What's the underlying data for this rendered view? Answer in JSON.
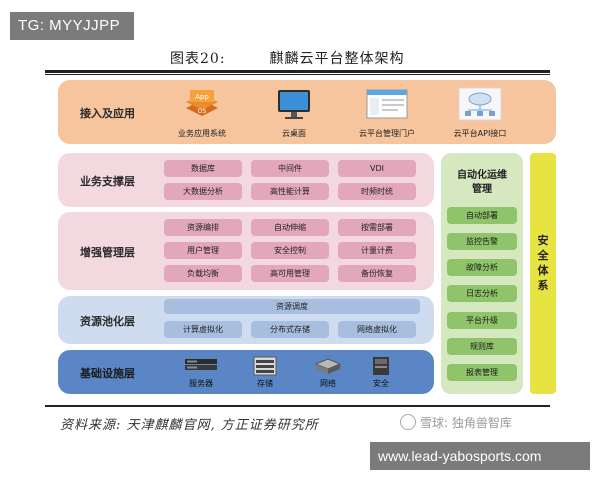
{
  "overlay_tag": "TG: MYYJJPP",
  "figure": {
    "number": "图表20:",
    "title": "麒麟云平台整体架构"
  },
  "layers": {
    "access": {
      "label": "接入及应用",
      "items": [
        {
          "caption": "业务应用系统",
          "icon": "app-stack-icon",
          "icon_text_top": "App",
          "icon_text_bottom": "OS"
        },
        {
          "caption": "云桌面",
          "icon": "monitor-icon"
        },
        {
          "caption": "云平台管理门户",
          "icon": "browser-window-icon"
        },
        {
          "caption": "云平台API接口",
          "icon": "cloud-network-icon"
        }
      ]
    },
    "support": {
      "label": "业务支撑层",
      "items": [
        "数据库",
        "中间件",
        "VDI",
        "大数据分析",
        "高性能计算",
        "时频时统"
      ]
    },
    "management": {
      "label": "增强管理层",
      "items": [
        "资源编排",
        "自动伸缩",
        "按需部署",
        "用户管理",
        "安全控制",
        "计量计费",
        "负载均衡",
        "高可用管理",
        "备份恢复"
      ]
    },
    "pool": {
      "label": "资源池化层",
      "bar": "资源调度",
      "items": [
        "计算虚拟化",
        "分布式存储",
        "网络虚拟化"
      ]
    },
    "infra": {
      "label": "基础设施层",
      "items": [
        {
          "caption": "服务器",
          "icon": "server-icon"
        },
        {
          "caption": "存储",
          "icon": "storage-icon"
        },
        {
          "caption": "网络",
          "icon": "network-device-icon"
        },
        {
          "caption": "安全",
          "icon": "security-device-icon"
        }
      ]
    },
    "ops": {
      "title_line1": "自动化运维",
      "title_line2": "管理",
      "items": [
        "自动部署",
        "监控告警",
        "故障分析",
        "日志分析",
        "平台升级",
        "规则库",
        "报表管理"
      ]
    },
    "security": {
      "label": "安全体系"
    }
  },
  "source": "资料来源: 天津麒麟官网, 方正证券研究所",
  "watermark": "雪球: 独角兽智库",
  "url_overlay": "www.lead-yabosports.com",
  "colors": {
    "access_bg": "#f6c49d",
    "support_bg": "#f3d8df",
    "pill_pink": "#e3a7bb",
    "pool_bg": "#cfdcef",
    "infra_bg": "#5a86c6",
    "ops_bg": "#d5e8c0",
    "ops_pill": "#8fc46a",
    "security_bg": "#e7e442"
  }
}
